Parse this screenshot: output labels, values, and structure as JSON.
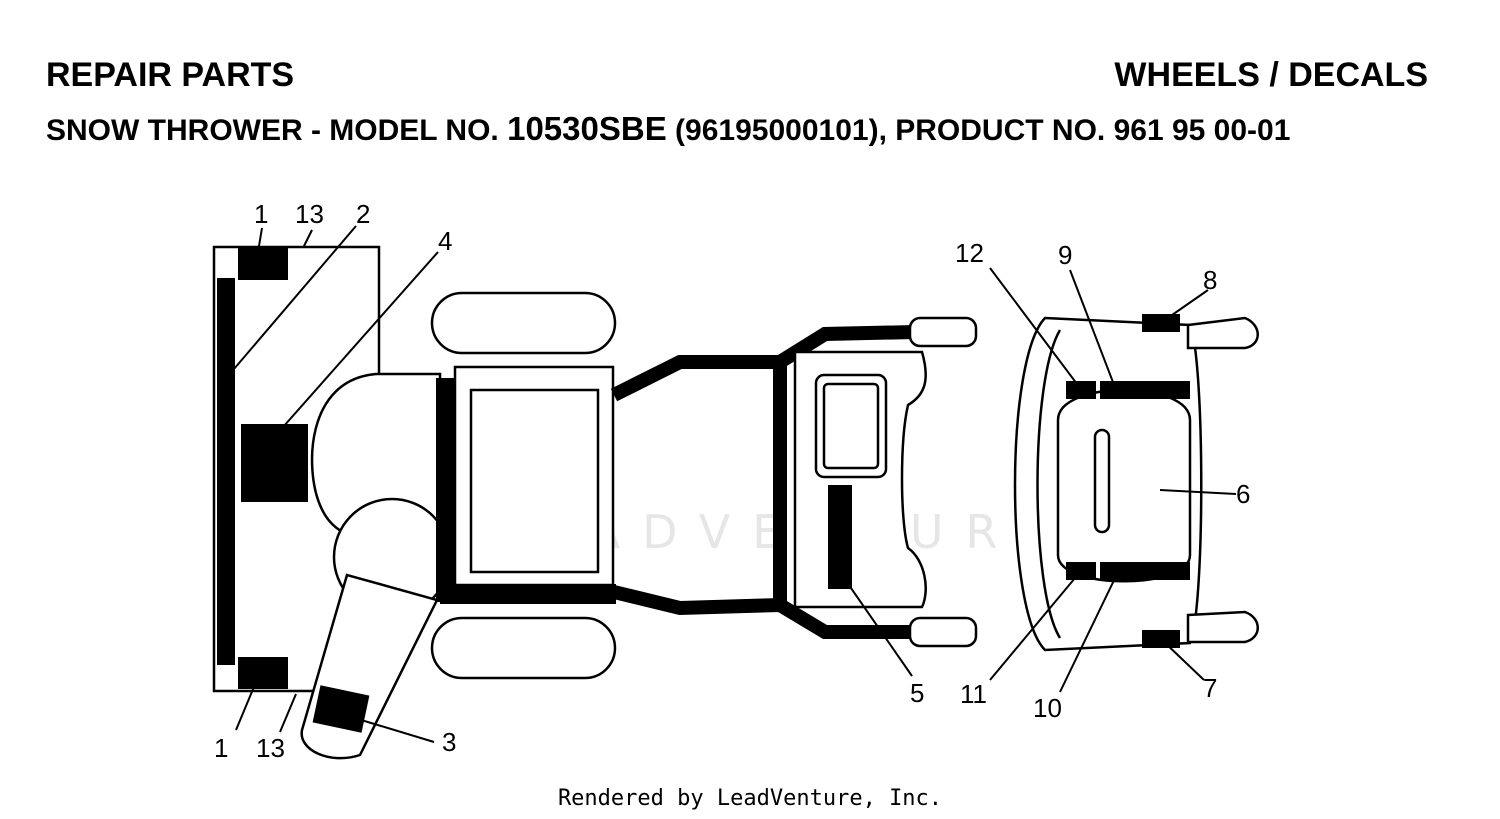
{
  "header": {
    "title_left": "REPAIR PARTS",
    "title_right": "WHEELS / DECALS",
    "subtitle_prefix": "SNOW THROWER - MODEL NO. ",
    "subtitle_model": "10530SBE",
    "subtitle_suffix": " (96195000101), PRODUCT NO. 961 95 00-01"
  },
  "callouts": {
    "c1_top": "1",
    "c13_top": "13",
    "c2": "2",
    "c4": "4",
    "c1_bottom": "1",
    "c13_bottom": "13",
    "c3": "3",
    "c5": "5",
    "c12": "12",
    "c9": "9",
    "c8": "8",
    "c6": "6",
    "c11": "11",
    "c10": "10",
    "c7": "7"
  },
  "watermark": "LEADVENTURE",
  "footer": "Rendered by LeadVenture, Inc."
}
